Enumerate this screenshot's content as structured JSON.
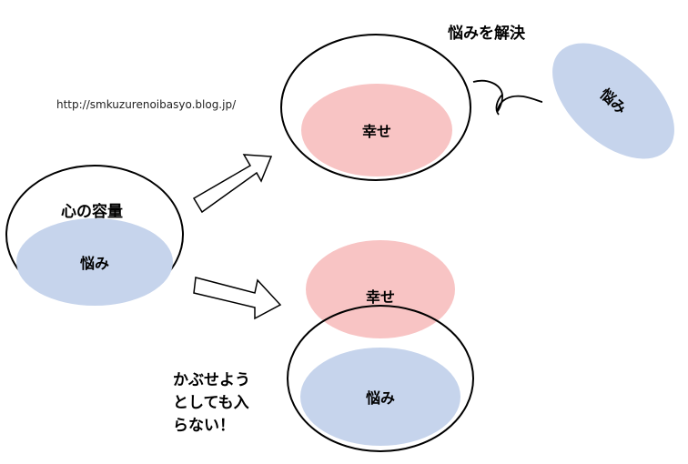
{
  "url": "http://smkuzurenoibasyo.blog.jp/",
  "title": "悩みを解決",
  "left_bowl": {
    "label": "心の容量",
    "content": "悩み"
  },
  "top_bowl": {
    "content": "幸せ"
  },
  "floating_worry": {
    "label": "悩み"
  },
  "bottom_bowl": {
    "overflow": "幸せ",
    "content": "悩み"
  },
  "note": {
    "lines": [
      "かぶせよう",
      "としても入",
      "らない！"
    ]
  },
  "colors": {
    "worry": "#c6d4ec",
    "happiness": "#f8c4c4",
    "outline": "#000000",
    "background": "#ffffff"
  }
}
